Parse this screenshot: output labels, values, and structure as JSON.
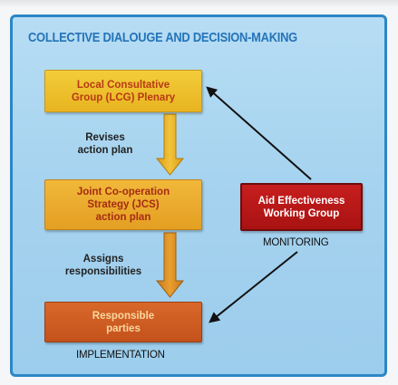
{
  "title": "COLLECTIVE DIALOUGE AND DECISION-MAKING",
  "boxes": {
    "lcg": [
      "Local Consultative",
      "Group (LCG) Plenary"
    ],
    "jcs": [
      "Joint Co-operation",
      "Strategy (JCS)",
      "action plan"
    ],
    "resp": [
      "Responsible",
      "parties"
    ],
    "aewg": [
      "Aid Effectiveness",
      "Working Group"
    ]
  },
  "arrows": {
    "revises": [
      "Revises",
      "action plan"
    ],
    "assigns": [
      "Assigns",
      "responsibilities"
    ]
  },
  "captions": {
    "monitoring": "MONITORING",
    "implementation": "IMPLEMENTATION"
  },
  "colors": {
    "frame": "#2c86c6",
    "title": "#2574b8",
    "flow_arrow": "#e8b420",
    "aewg": "#b51717"
  }
}
